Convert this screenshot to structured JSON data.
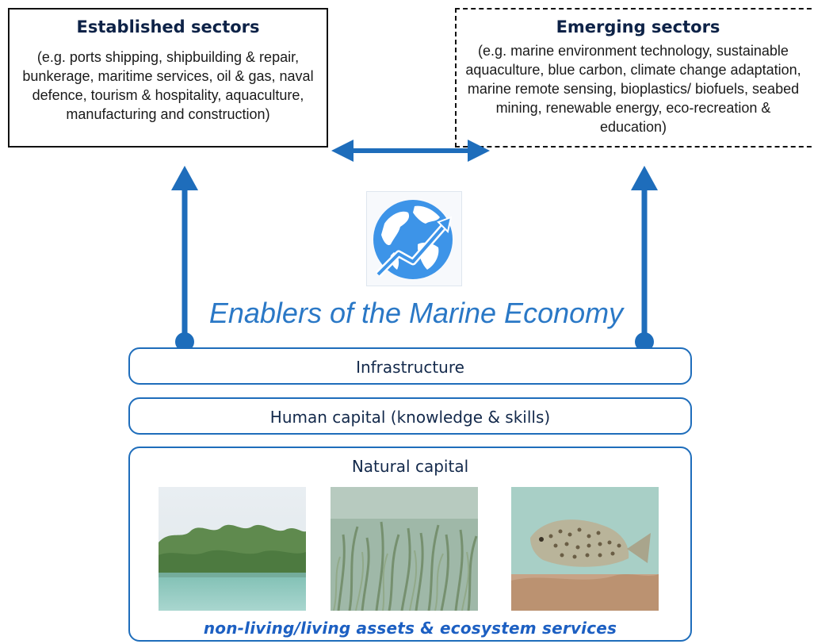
{
  "established": {
    "title": "Established sectors",
    "description": "(e.g. ports shipping, shipbuilding & repair, bunkerage, maritime services, oil & gas, naval defence, tourism & hospitality, aquaculture, manufacturing and construction)"
  },
  "emerging": {
    "title": "Emerging sectors",
    "description": "(e.g. marine environment technology, sustainable aquaculture, blue carbon, climate change adaptation, marine remote sensing, bioplastics/ biofuels, seabed mining, renewable energy, eco-recreation & education)"
  },
  "enablers": {
    "title": "Enablers of the Marine Economy",
    "icon": "globe-growth-icon"
  },
  "layers": {
    "infrastructure": "Infrastructure",
    "human_capital": "Human capital (knowledge & skills)",
    "natural_capital": "Natural capital"
  },
  "photos": [
    "mangrove-photo",
    "seagrass-photo",
    "grouper-fish-photo"
  ],
  "footer": "non-living/living assets & ecosystem services",
  "colors": {
    "arrow": "#1e6dbb",
    "accent_text": "#2a78c6",
    "footer_text": "#1c5fc2",
    "title_text": "#0d2247"
  }
}
